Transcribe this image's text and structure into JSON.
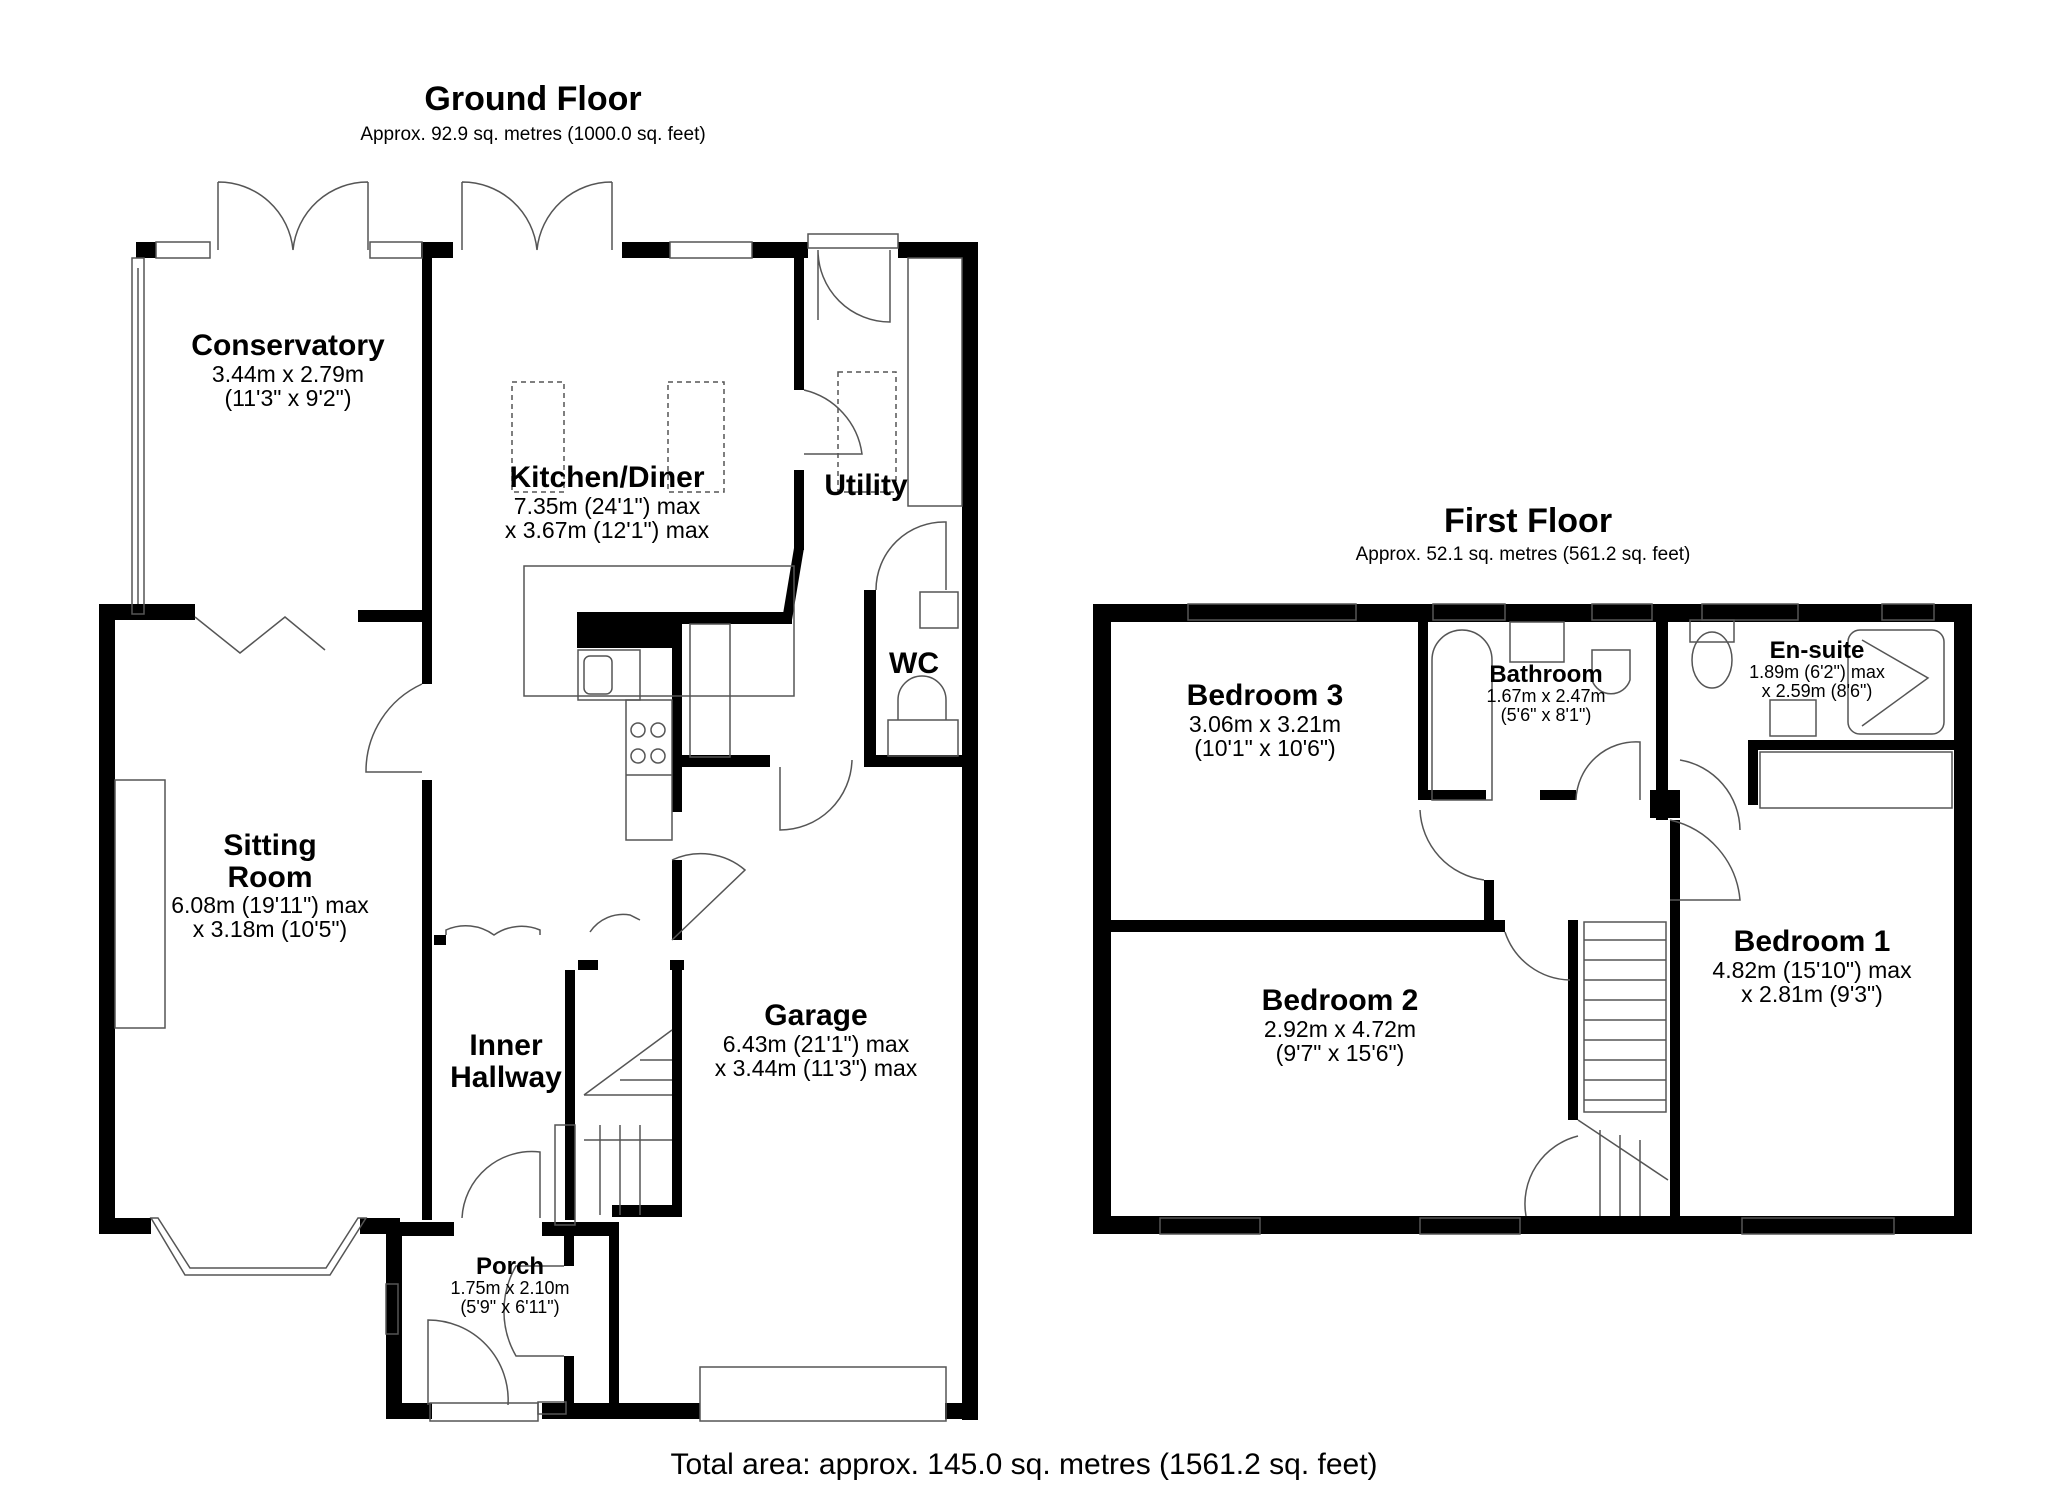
{
  "ground_floor": {
    "title": "Ground Floor",
    "area": "Approx. 92.9 sq. metres (1000.0 sq. feet)",
    "rooms": [
      {
        "name": "Conservatory",
        "dim1": "3.44m x 2.79m",
        "dim2": "(11'3\" x 9'2\")"
      },
      {
        "name": "Kitchen/Diner",
        "dim1": "7.35m (24'1\") max",
        "dim2": "x 3.67m (12'1\") max"
      },
      {
        "name": "Utility",
        "dim1": "",
        "dim2": ""
      },
      {
        "name": "WC",
        "dim1": "",
        "dim2": ""
      },
      {
        "name": "Sitting",
        "name2": "Room",
        "dim1": "6.08m (19'11\") max",
        "dim2": "x 3.18m (10'5\")"
      },
      {
        "name": "Inner",
        "name2": "Hallway",
        "dim1": "",
        "dim2": ""
      },
      {
        "name": "Garage",
        "dim1": "6.43m (21'1\") max",
        "dim2": "x 3.44m (11'3\") max"
      },
      {
        "name": "Porch",
        "dim1": "1.75m x 2.10m",
        "dim2": "(5'9\" x 6'11\")"
      }
    ]
  },
  "first_floor": {
    "title": "First Floor",
    "area": "Approx. 52.1 sq. metres (561.2 sq. feet)",
    "rooms": [
      {
        "name": "Bedroom 3",
        "dim1": "3.06m x 3.21m",
        "dim2": "(10'1\" x 10'6\")"
      },
      {
        "name": "Bathroom",
        "dim1": "1.67m x 2.47m",
        "dim2": "(5'6\" x 8'1\")"
      },
      {
        "name": "En-suite",
        "dim1": "1.89m (6'2\") max",
        "dim2": "x 2.59m (8'6\")"
      },
      {
        "name": "Bedroom 2",
        "dim1": "2.92m x 4.72m",
        "dim2": "(9'7\" x 15'6\")"
      },
      {
        "name": "Bedroom 1",
        "dim1": "4.82m (15'10\") max",
        "dim2": "x 2.81m (9'3\")"
      }
    ]
  },
  "total_area": "Total area: approx. 145.0 sq. metres (1561.2 sq. feet)",
  "colors": {
    "wall": "#000000",
    "fixture_line": "#555555",
    "background": "#ffffff"
  }
}
